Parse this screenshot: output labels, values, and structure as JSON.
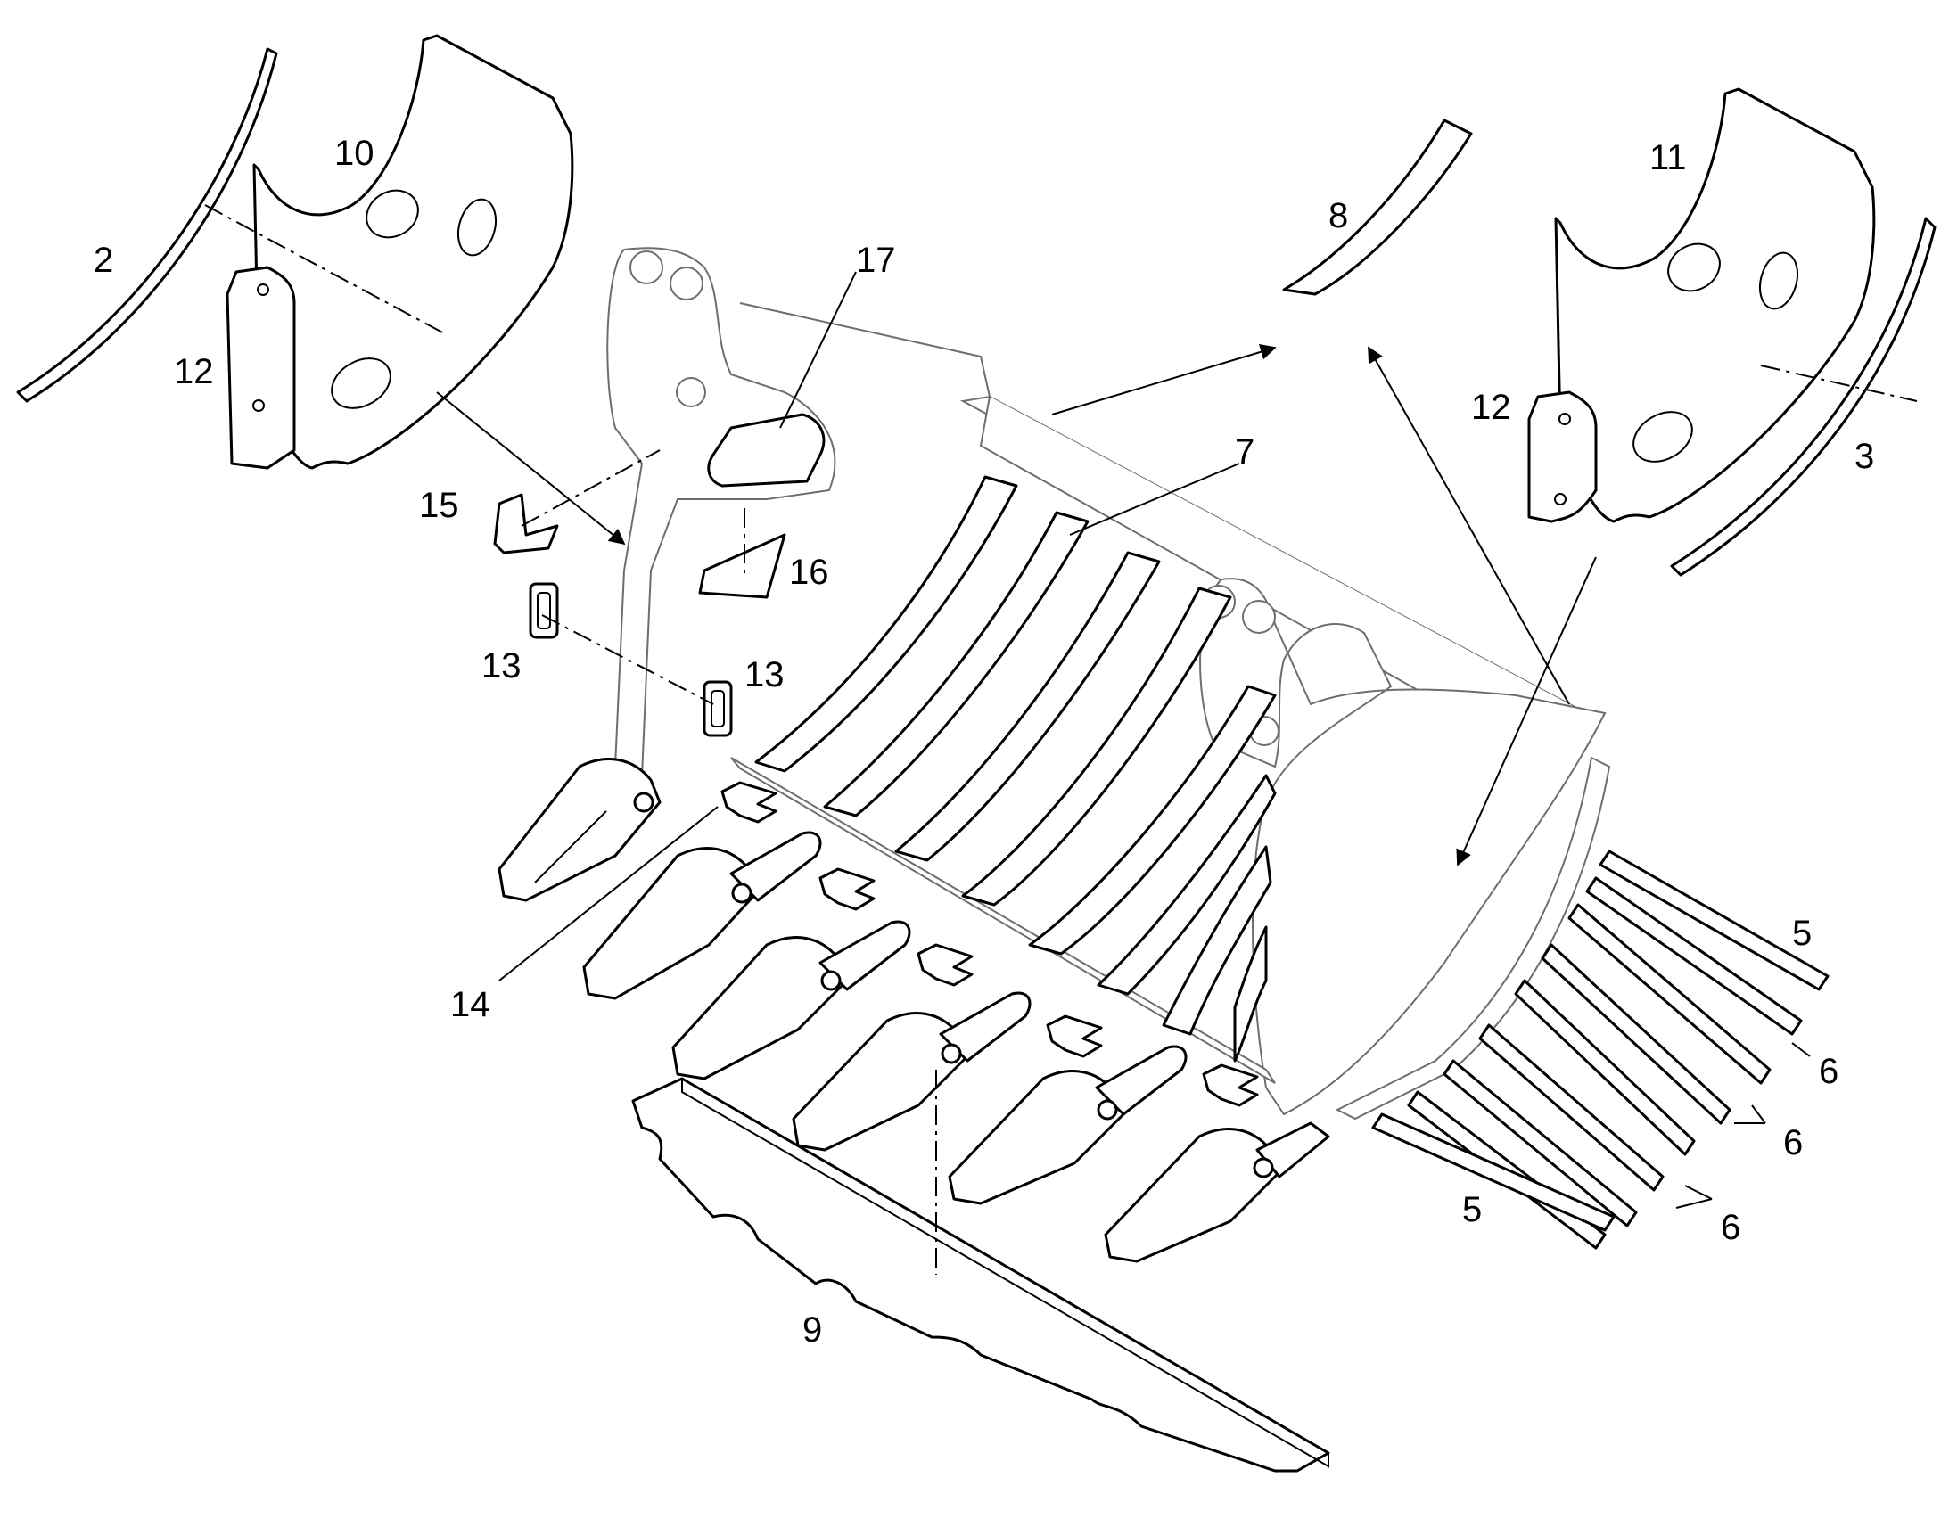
{
  "diagram": {
    "callouts": {
      "c2": "2",
      "c3": "3",
      "c5a": "5",
      "c5b": "5",
      "c6a": "6",
      "c6b": "6",
      "c6c": "6",
      "c7": "7",
      "c8": "8",
      "c9": "9",
      "c10": "10",
      "c11": "11",
      "c12a": "12",
      "c12b": "12",
      "c13a": "13",
      "c13b": "13",
      "c14": "14",
      "c15": "15",
      "c16": "16",
      "c17": "17"
    }
  },
  "colors": {
    "line": "#000000",
    "background": "#ffffff",
    "faint": "#6e6e6e"
  }
}
